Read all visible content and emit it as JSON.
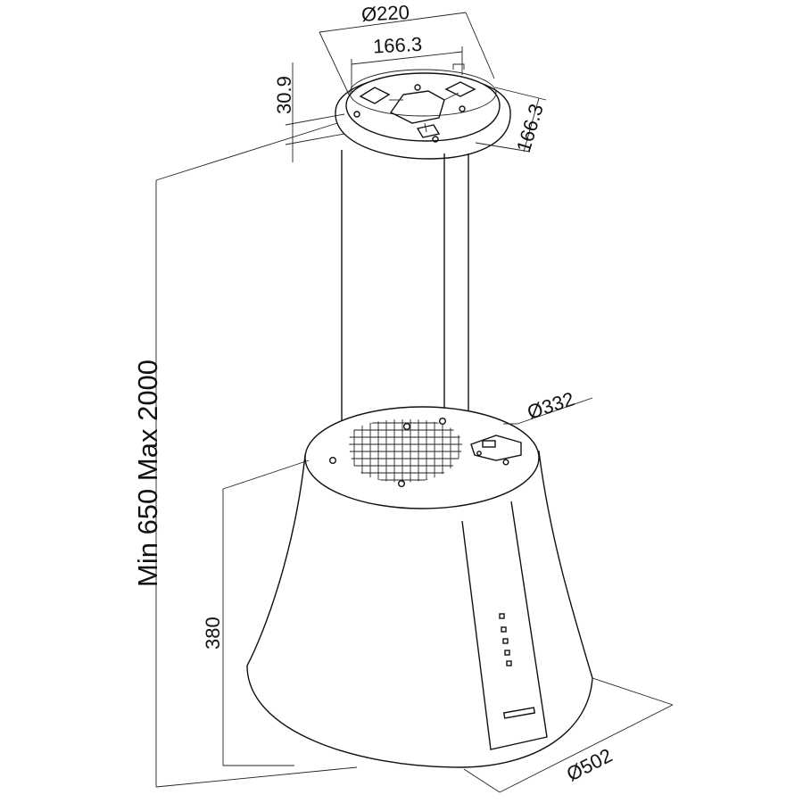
{
  "dimensions": {
    "ceiling_plate_diameter": "Ø220",
    "plate_width_top": "166.3",
    "plate_width_side": "166.3",
    "plate_height": "30.9",
    "top_diameter": "Ø332",
    "total_height": "Min 650 Max 2000",
    "body_height": "380",
    "bottom_diameter": "Ø502"
  }
}
